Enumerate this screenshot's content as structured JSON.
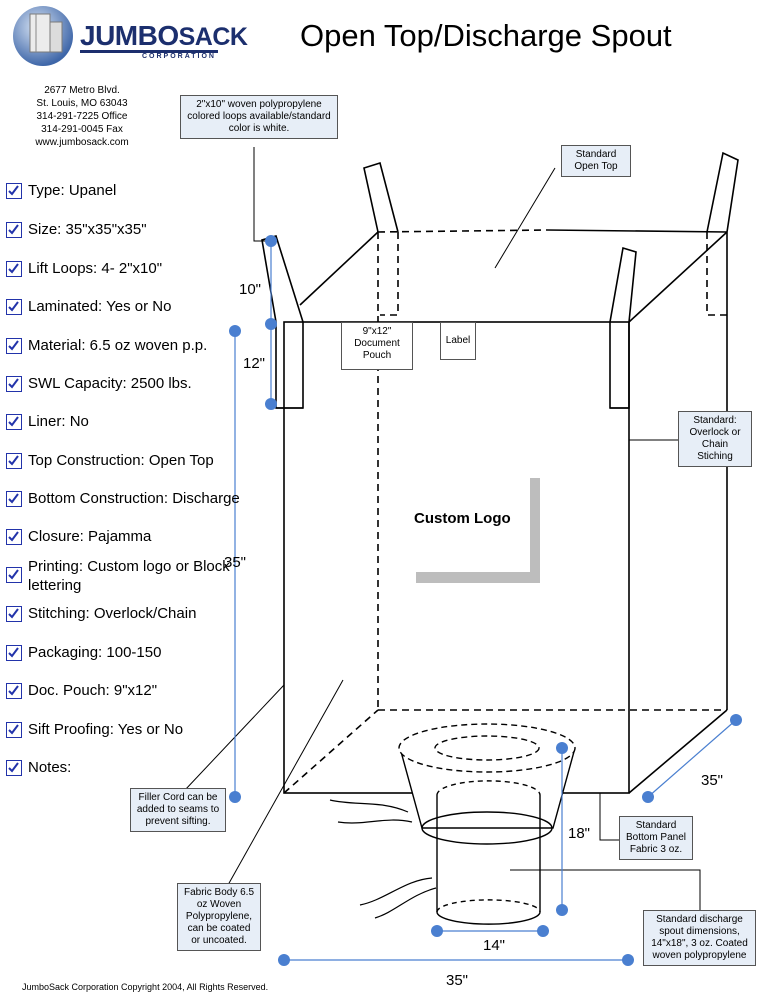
{
  "brand": {
    "name_bold": "JUMBO",
    "name_rest": "SACK",
    "sub": "CORPORATION"
  },
  "title": "Open Top/Discharge Spout",
  "address": [
    "2677 Metro Blvd.",
    "St. Louis, MO 63043",
    "314-291-7225 Office",
    "314-291-0045 Fax",
    "www.jumbosack.com"
  ],
  "specs": [
    "Type: Upanel",
    "Size: 35\"x35\"x35\"",
    "Lift Loops: 4- 2\"x10\"",
    "Laminated: Yes or No",
    "Material: 6.5 oz woven p.p.",
    "SWL Capacity: 2500 lbs.",
    "Liner: No",
    "Top Construction: Open Top",
    "Bottom Construction: Discharge",
    "Closure: Pajamma",
    "Printing: Custom logo or Block lettering",
    "Stitching: Overlock/Chain",
    "Packaging: 100-150",
    "Doc. Pouch: 9\"x12\"",
    "Sift Proofing: Yes or No",
    "Notes:"
  ],
  "notes": {
    "loops": "2\"x10\" woven polypropylene colored loops available/standard color is white.",
    "open_top": "Standard Open Top",
    "stitching": "Standard: Overlock or Chain Stiching",
    "filler_cord": "Filler Cord  can be added to seams to prevent sifting.",
    "fabric_body": "Fabric Body 6.5 oz Woven Polypropylene, can be coated or uncoated.",
    "bottom_panel": "Standard Bottom Panel Fabric 3 oz.",
    "spout": "Standard discharge spout dimensions, 14\"x18\", 3 oz. Coated woven polypropylene",
    "pouch": "9\"x12\" Document Pouch",
    "label": "Label"
  },
  "dimensions": {
    "loop_height": "10\"",
    "loop_sewn": "12\"",
    "height": "35\"",
    "depth": "35\"",
    "width": "35\"",
    "spout_height": "18\"",
    "spout_width": "14\""
  },
  "custom_logo": "Custom Logo",
  "copyright": "JumboSack Corporation Copyright 2004, All Rights Reserved.",
  "colors": {
    "dimension_line": "#4a7fd0",
    "brand": "#1c2f6e",
    "note_fill": "#e7eef7"
  }
}
